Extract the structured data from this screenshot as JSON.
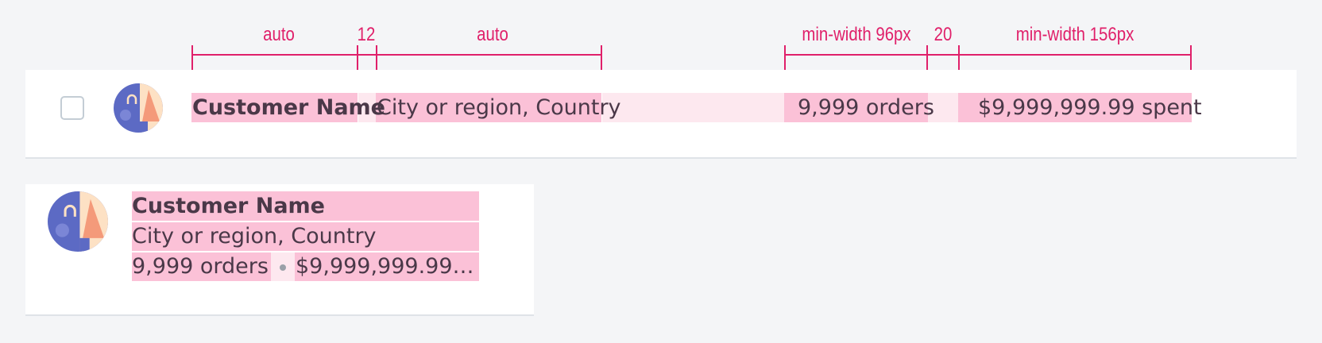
{
  "measurements": {
    "name_width": "auto",
    "gap_small": "12",
    "location_width": "auto",
    "orders_width": "min-width 96px",
    "gap_large": "20",
    "spent_width": "min-width 156px"
  },
  "row_layout": {
    "name": "Customer Name",
    "location": "City or region, Country",
    "orders": "9,999 orders",
    "spent": "$9,999,999.99 spent"
  },
  "stacked_layout": {
    "name": "Customer Name",
    "location": "City or region, Country",
    "orders": "9,999 orders",
    "spent": "$9,999,999.99…"
  },
  "colors": {
    "annotation": "#e0206a",
    "highlight": "#fbc1d7",
    "highlight_light": "#fde8ef",
    "avatar_blue": "#5c6ac4",
    "avatar_orange": "#f49a7a",
    "avatar_cream": "#fde1c4"
  },
  "icons": [
    "checkbox-icon",
    "avatar-icon"
  ]
}
